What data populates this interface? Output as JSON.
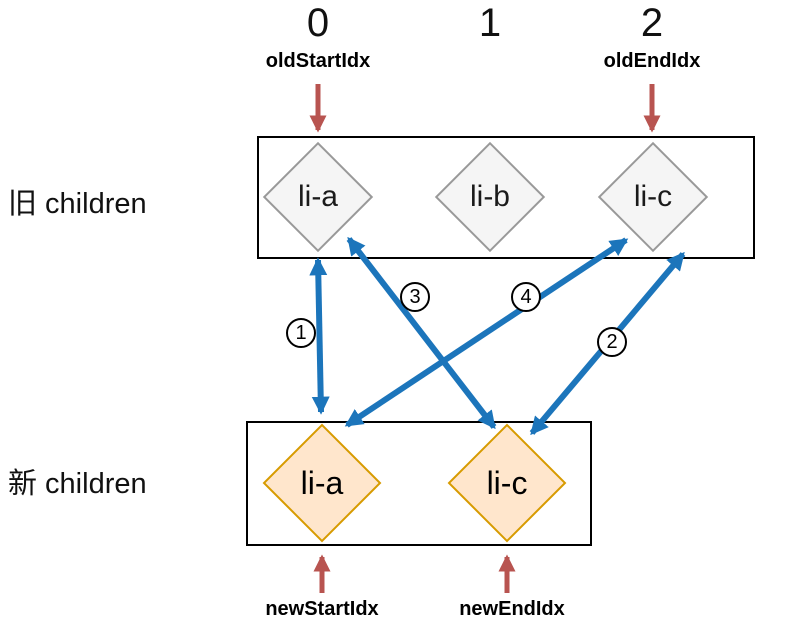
{
  "indices": [
    "0",
    "1",
    "2"
  ],
  "pointers": {
    "old_start": "oldStartIdx",
    "old_end": "oldEndIdx",
    "new_start": "newStartIdx",
    "new_end": "newEndIdx"
  },
  "old_row": {
    "label": "旧 children",
    "nodes": [
      "li-a",
      "li-b",
      "li-c"
    ]
  },
  "new_row": {
    "label": "新 children",
    "nodes": [
      "li-a",
      "li-c"
    ]
  },
  "comparisons": [
    {
      "num": "1",
      "from": "old li-a (oldStartIdx)",
      "to": "new li-a (newStartIdx)"
    },
    {
      "num": "2",
      "from": "old li-c (oldEndIdx)",
      "to": "new li-c (newEndIdx)"
    },
    {
      "num": "3",
      "from": "old li-a (oldStartIdx)",
      "to": "new li-c (newEndIdx)"
    },
    {
      "num": "4",
      "from": "old li-c (oldEndIdx)",
      "to": "new li-a (newStartIdx)"
    }
  ],
  "colors": {
    "compare_arrow": "#1c75bb",
    "pointer_arrow": "#b85450",
    "old_node_fill": "#f5f5f5",
    "old_node_stroke": "#999999",
    "new_node_fill": "#ffe6cc",
    "new_node_stroke": "#d79b00"
  }
}
